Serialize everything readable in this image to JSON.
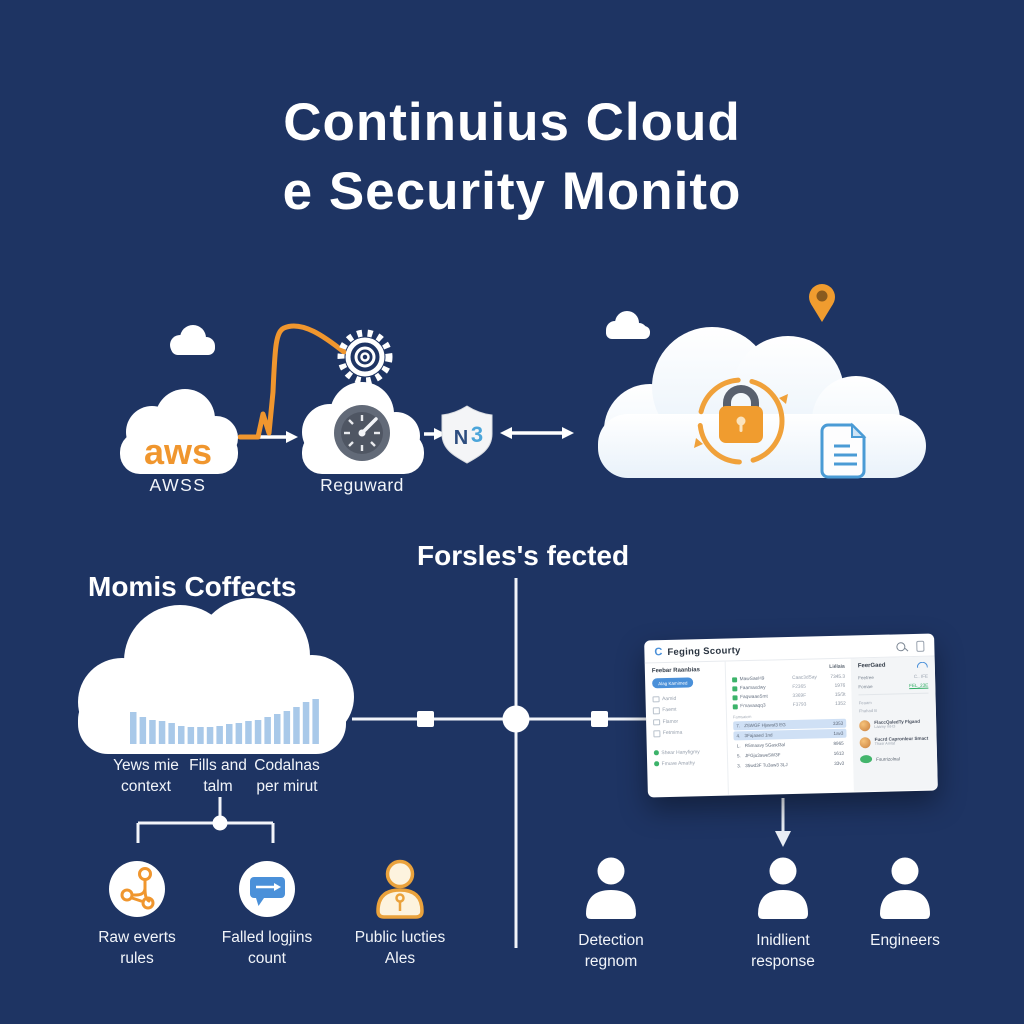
{
  "title": {
    "line1": "Continuius Cloud",
    "line2": "e Security Monito"
  },
  "flow": {
    "aws_logo": "aws",
    "aws_label": "AWSS",
    "gauge_label": "Reguward",
    "shield_letter1": "N",
    "shield_letter2": "3"
  },
  "mid": {
    "left_heading": "Momis Coffects",
    "center_heading": "Forsles's fected"
  },
  "collector": {
    "chart": {
      "type": "bar",
      "values": [
        32,
        27,
        24,
        23,
        21,
        18,
        17,
        17,
        17,
        18,
        20,
        21,
        23,
        24,
        27,
        30,
        33,
        37,
        42,
        45
      ],
      "color": "#a9c9e9"
    },
    "labels": [
      {
        "line1": "Yews mie",
        "line2": "context"
      },
      {
        "line1": "Fills and",
        "line2": "talm"
      },
      {
        "line1": "Codalnas",
        "line2": "per mirut"
      }
    ]
  },
  "dashboard": {
    "logo": "C",
    "title": "Feging Scourty",
    "sidebar": {
      "heading": "Feebar Raanbias",
      "selected": "Alag Kamimed",
      "items": [
        "Aamid",
        "Faemt",
        "Flamor",
        "Fetmima"
      ],
      "status_items": [
        "Shear Hanyfigmy",
        "Fmuve Amathy"
      ]
    },
    "table": {
      "header_right": "Liélaia",
      "rows": [
        {
          "label": "MawSaeH9",
          "col1": "Caac3dSay",
          "col2": "7345.3"
        },
        {
          "label": "Faamaxdwy",
          "col1": "F2365",
          "col2": "1976"
        },
        {
          "label": "Faqwaae5mt",
          "col1": "3369F",
          "col2": "15/3t"
        },
        {
          "label": "Fmavaaqq3",
          "col1": "F3793",
          "col2": "1352"
        }
      ],
      "sub_header": "Famsaicm",
      "sub_rows": [
        {
          "num": "7.",
          "label": "Z5WGF Hjawst3 EG",
          "value": "3353",
          "highlight": true
        },
        {
          "num": "4.",
          "label": "3Fajaaed 1nd",
          "value": "1av3",
          "highlight": true
        },
        {
          "num": "L.",
          "label": "R5maavy 5Gasd3al",
          "value": "8965",
          "highlight": false
        },
        {
          "num": "5.",
          "label": "JFGju3awe5W3F",
          "value": "1613",
          "highlight": false
        },
        {
          "num": "3.",
          "label": "35wd3F Tu3aw3 3LJ",
          "value": "33v3",
          "highlight": false
        }
      ]
    },
    "panel": {
      "heading": "FeerGaed",
      "rows": [
        {
          "label": "Feetree",
          "value": "C.. IFE",
          "green": false
        },
        {
          "label": "Fomae",
          "value": "FEL_23E",
          "green": true
        }
      ],
      "small_rows": [
        "Feaam",
        "Fhahad B"
      ],
      "people": [
        {
          "name": "FlaccQaledTy Flgand",
          "sub": "Laamy mt-t3"
        },
        {
          "name": "Fucrd Capronleur Smact",
          "sub": "Thasr Amlat"
        }
      ],
      "footer": "Fsurrizolnal"
    }
  },
  "bottom": {
    "items": [
      {
        "label1": "Raw everts",
        "label2": "rules"
      },
      {
        "label1": "Falled logjins",
        "label2": "count"
      },
      {
        "label1": "Public lucties",
        "label2": "Ales"
      },
      {
        "label1": "Detection",
        "label2": "regnom"
      },
      {
        "label1": "Inidlient",
        "label2": "response"
      },
      {
        "label1": "Engineers",
        "label2": ""
      }
    ]
  },
  "colors": {
    "background": "#1e3463",
    "orange": "#f0962e",
    "bar_blue": "#a9c9e9",
    "doc_blue": "#4a9bd5",
    "dashboard_blue": "#4a90d9",
    "green": "#3cb36a"
  }
}
